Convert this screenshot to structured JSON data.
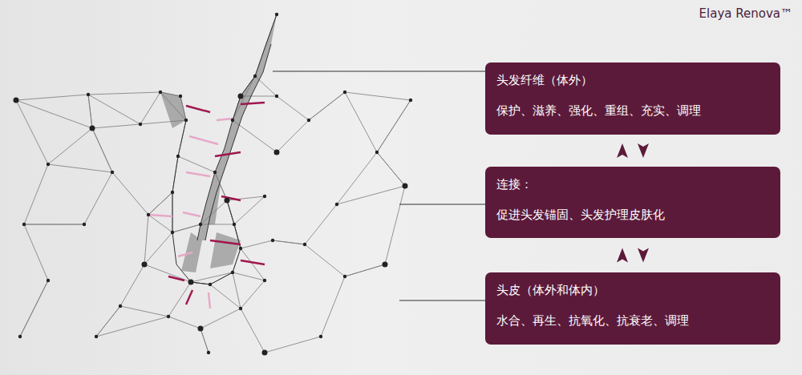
{
  "diagram": {
    "nodes": [
      {
        "text": [
          "头发纤维（体外）",
          "保护、滋养、强化、重组、充实、调理"
        ]
      },
      {
        "text": [
          "连接：",
          "促进头发锚固、头发护理皮肤化"
        ]
      },
      {
        "text": [
          "头皮（体外和体内）",
          "水合、再生、抗氧化、抗衰老、调理"
        ]
      }
    ],
    "edges": [
      {
        "from": 0,
        "to": 1,
        "arrow": "both"
      },
      {
        "from": 1,
        "to": 2,
        "arrow": "both"
      }
    ],
    "labels": [
      "Elaya Renova™"
    ]
  }
}
